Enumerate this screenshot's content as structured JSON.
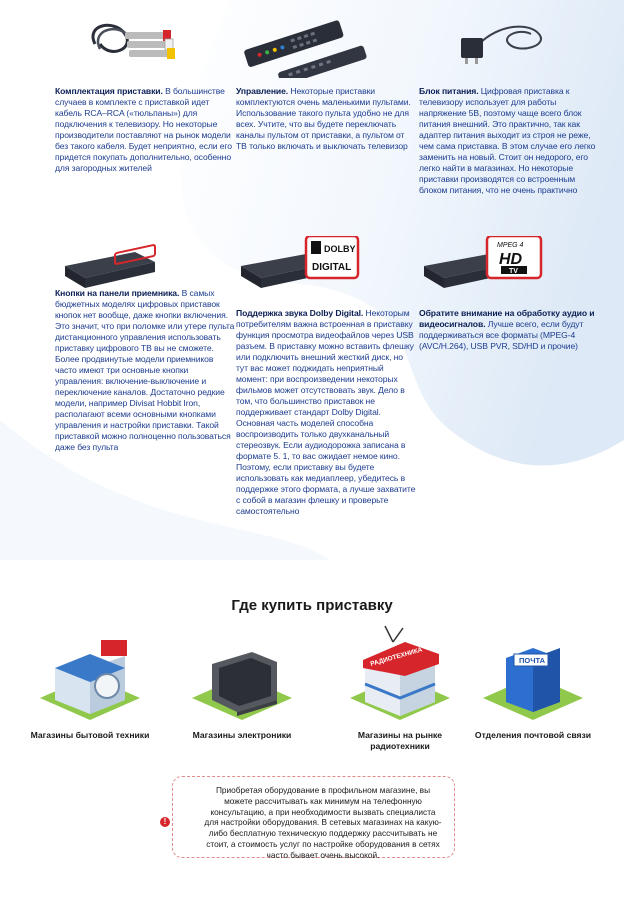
{
  "features": [
    {
      "title": "Комплектация приставки.",
      "text": "В большинстве случаев в комплекте с приставкой идет кабель RCA–RCA («тюльпаны») для подключения к телевизору. Но некоторые производители поставляют на рынок модели без такого кабеля. Будет неприятно, если его придется покупать дополнительно, особенно для загородных жителей",
      "icon": "rca-cable-icon"
    },
    {
      "title": "Управление.",
      "text": "Некоторые приставки комплектуются очень маленькими пультами. Использование такого пульта удобно не для всех. Учтите, что вы будете переключать каналы пультом от приставки, а пультом от ТВ только включать и выключать телевизор",
      "icon": "remote-controls-icon"
    },
    {
      "title": "Блок питания.",
      "text": "Цифровая приставка к телевизору использует для работы напряжение 5В, поэтому чаще всего блок питания внешний. Это практично, так как адаптер питания выходит из строя не реже, чем сама приставка. В этом случае его легко заменить на новый. Стоит он недорого, его легко найти в магазинах. Но некоторые приставки производятся со встроенным блоком питания, что не очень практично",
      "icon": "power-adapter-icon"
    },
    {
      "title": "Кнопки на панели приемника.",
      "text": "В самых бюджетных моделях цифровых приставок кнопок нет вообще, даже кнопки включения. Это значит, что при поломке или утере пульта дистанционного управления использовать приставку цифрового ТВ вы не сможете. Более продвинутые модели приемников часто имеют три основные кнопки управления: включение-выключение и переключение каналов. Достаточно редкие модели, например Divisat Hobbit Iron, располагают всеми основными кнопками управления и настройки приставки. Такой приставкой можно полноценно пользоваться даже без пульта",
      "icon": "receiver-buttons-icon"
    },
    {
      "title": "Поддержка звука Dolby Digital.",
      "text": "Некоторым потребителям важна встроенная в приставку функция просмотра видеофайлов через USB разъем. В приставку можно вставить флешку или подключить внешний жесткий диск, но тут вас может поджидать неприятный момент: при воспроизведении некоторых фильмов может отсутствовать звук. Дело в том, что большинство приставок не поддерживает стандарт Dolby Digital. Основная часть моделей способна воспроизводить только двухканальный стереозвук. Если аудиодорожка записана в формате 5. 1, то вас ожидает немое кино. Поэтому, если приставку вы будете использовать как медиаплеер, убедитесь в поддержке этого формата, а лучше захватите с собой в магазин флешку и проверьте самостоятельно",
      "icon": "dolby-receiver-icon",
      "badge_top": "DOLBY",
      "badge_bottom": "DIGITAL"
    },
    {
      "title": "Обратите внимание на обработку аудио и видеосигналов.",
      "text": "Лучше всего, если будут поддерживаться все форматы (MPEG-4 (AVC/H.264), USB PVR, SD/HD и прочие)",
      "icon": "mpeg4-receiver-icon",
      "badge_top": "MPEG 4",
      "badge_mid": "HD",
      "badge_bottom": "TV"
    }
  ],
  "where_to_buy": {
    "title": "Где купить приставку",
    "shops": [
      {
        "label": "Магазины бытовой техники",
        "icon": "appliance-store-icon"
      },
      {
        "label": "Магазины электроники",
        "icon": "electronics-store-icon"
      },
      {
        "label": "Магазины на рынке радиотехники",
        "icon": "radio-market-icon",
        "sign": "РАДИОТЕХНИКА"
      },
      {
        "label": "Отделения почтовой связи",
        "icon": "post-office-icon",
        "sign": "ПОЧТА"
      }
    ]
  },
  "notice": {
    "icon": "warning-icon",
    "text": "Приобретая оборудование в профильном магазине, вы можете рассчитывать как минимум на телефонную консультацию, а при необходимости вызвать специалиста для настройки оборудования. В сетевых магазинах на какую-либо бесплатную техническую поддержку рассчитывать не стоит, а стоимость услуг по настройке оборудования в сетях часто бывает очень высокой."
  },
  "colors": {
    "text_blue": "#1d3d8f",
    "title_dark": "#0b1f55",
    "accent_red": "#d6262b",
    "bg_wave": "#eaf2fb"
  }
}
